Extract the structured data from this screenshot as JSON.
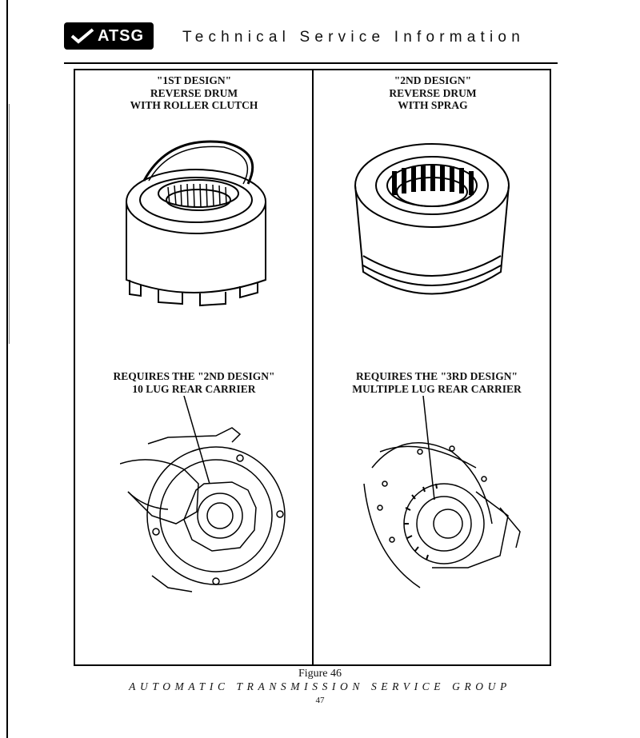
{
  "header": {
    "logo_text": "ATSG",
    "title": "Technical Service Information"
  },
  "panels": {
    "top_left_label": "\"1ST DESIGN\"\nREVERSE DRUM\nWITH ROLLER CLUTCH",
    "top_right_label": "\"2ND DESIGN\"\nREVERSE DRUM\nWITH SPRAG",
    "bottom_left_label": "REQUIRES THE \"2ND DESIGN\"\n10 LUG REAR CARRIER",
    "bottom_right_label": "REQUIRES THE \"3RD DESIGN\"\nMULTIPLE LUG REAR CARRIER"
  },
  "footer": {
    "figure_caption": "Figure 46",
    "group_name": "AUTOMATIC TRANSMISSION SERVICE GROUP",
    "page_number": "47"
  }
}
